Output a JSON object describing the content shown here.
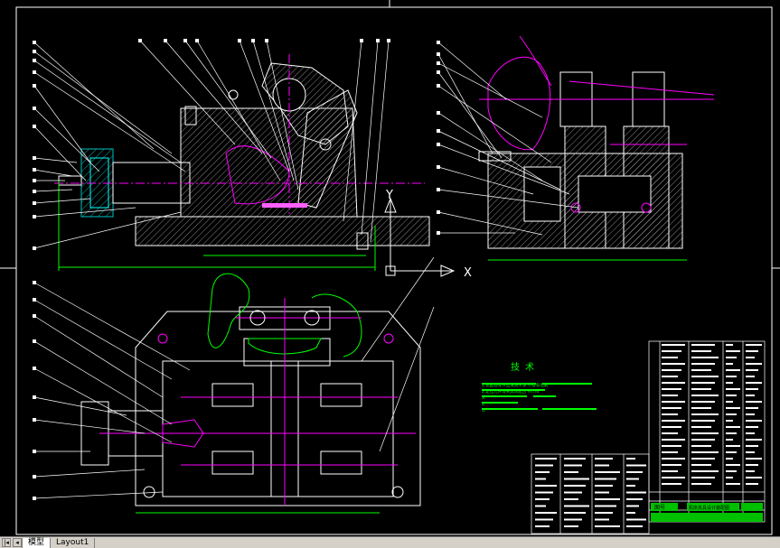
{
  "drawing": {
    "background": "#000000",
    "colors": {
      "outline": "#ffffff",
      "centerline": "#ff00ff",
      "hatch": "#00c0c0",
      "dimension": "#00ff00",
      "highlight": "#ff00ff"
    },
    "axis_labels": {
      "y": "Y",
      "x": "X"
    },
    "notes": {
      "title": "技术",
      "lines": [
        "1.装配前零件应清洗干净 不得有毛刺",
        "2.定位元件与夹具体配合  H7/r6",
        "3.                        ",
        "4.                        ",
        "5.    "
      ]
    },
    "title_block": {
      "part_name": "机床夹具设计装配图",
      "drawing_label": "图号"
    }
  },
  "status_bar": {
    "nav_icons": [
      "first-tab-icon",
      "prev-tab-icon"
    ],
    "tabs": [
      {
        "label": "模型",
        "active": true
      },
      {
        "label": "Layout1",
        "active": false
      }
    ]
  }
}
